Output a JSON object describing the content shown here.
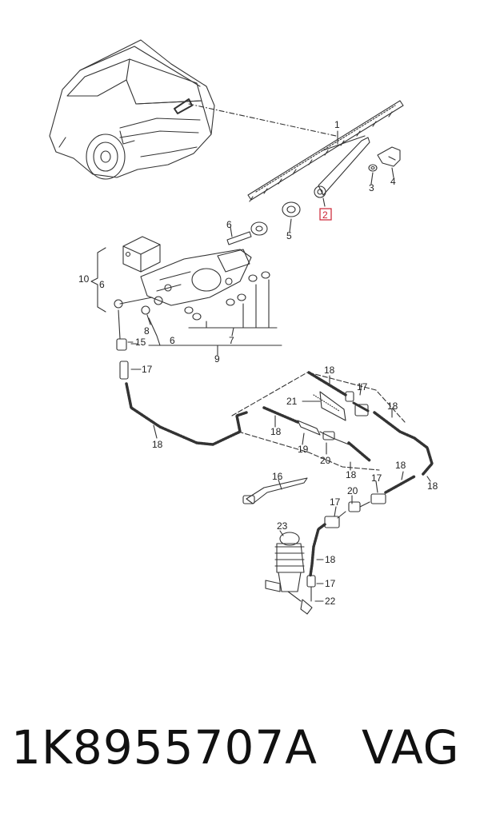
{
  "callouts": {
    "c1": "1",
    "c2": "2",
    "c3": "3",
    "c4": "4",
    "c5": "5",
    "c6a": "6",
    "c6b": "6",
    "c6c": "6",
    "c7": "7",
    "c8": "8",
    "c9": "9",
    "c10": "10",
    "c15": "15",
    "c16": "16",
    "c17a": "17",
    "c17b": "17",
    "c17c": "17",
    "c17d": "17",
    "c17e": "17",
    "c18a": "18",
    "c18b": "18",
    "c18c": "18",
    "c18d": "18",
    "c18e": "18",
    "c18f": "18",
    "c18g": "18",
    "c18h": "18",
    "c19": "19",
    "c20a": "20",
    "c20b": "20",
    "c21": "21",
    "c22": "22",
    "c23": "23"
  },
  "highlight_color": "#cc2233",
  "caption": {
    "part_number": "1K8955707A",
    "brand": "VAG"
  }
}
